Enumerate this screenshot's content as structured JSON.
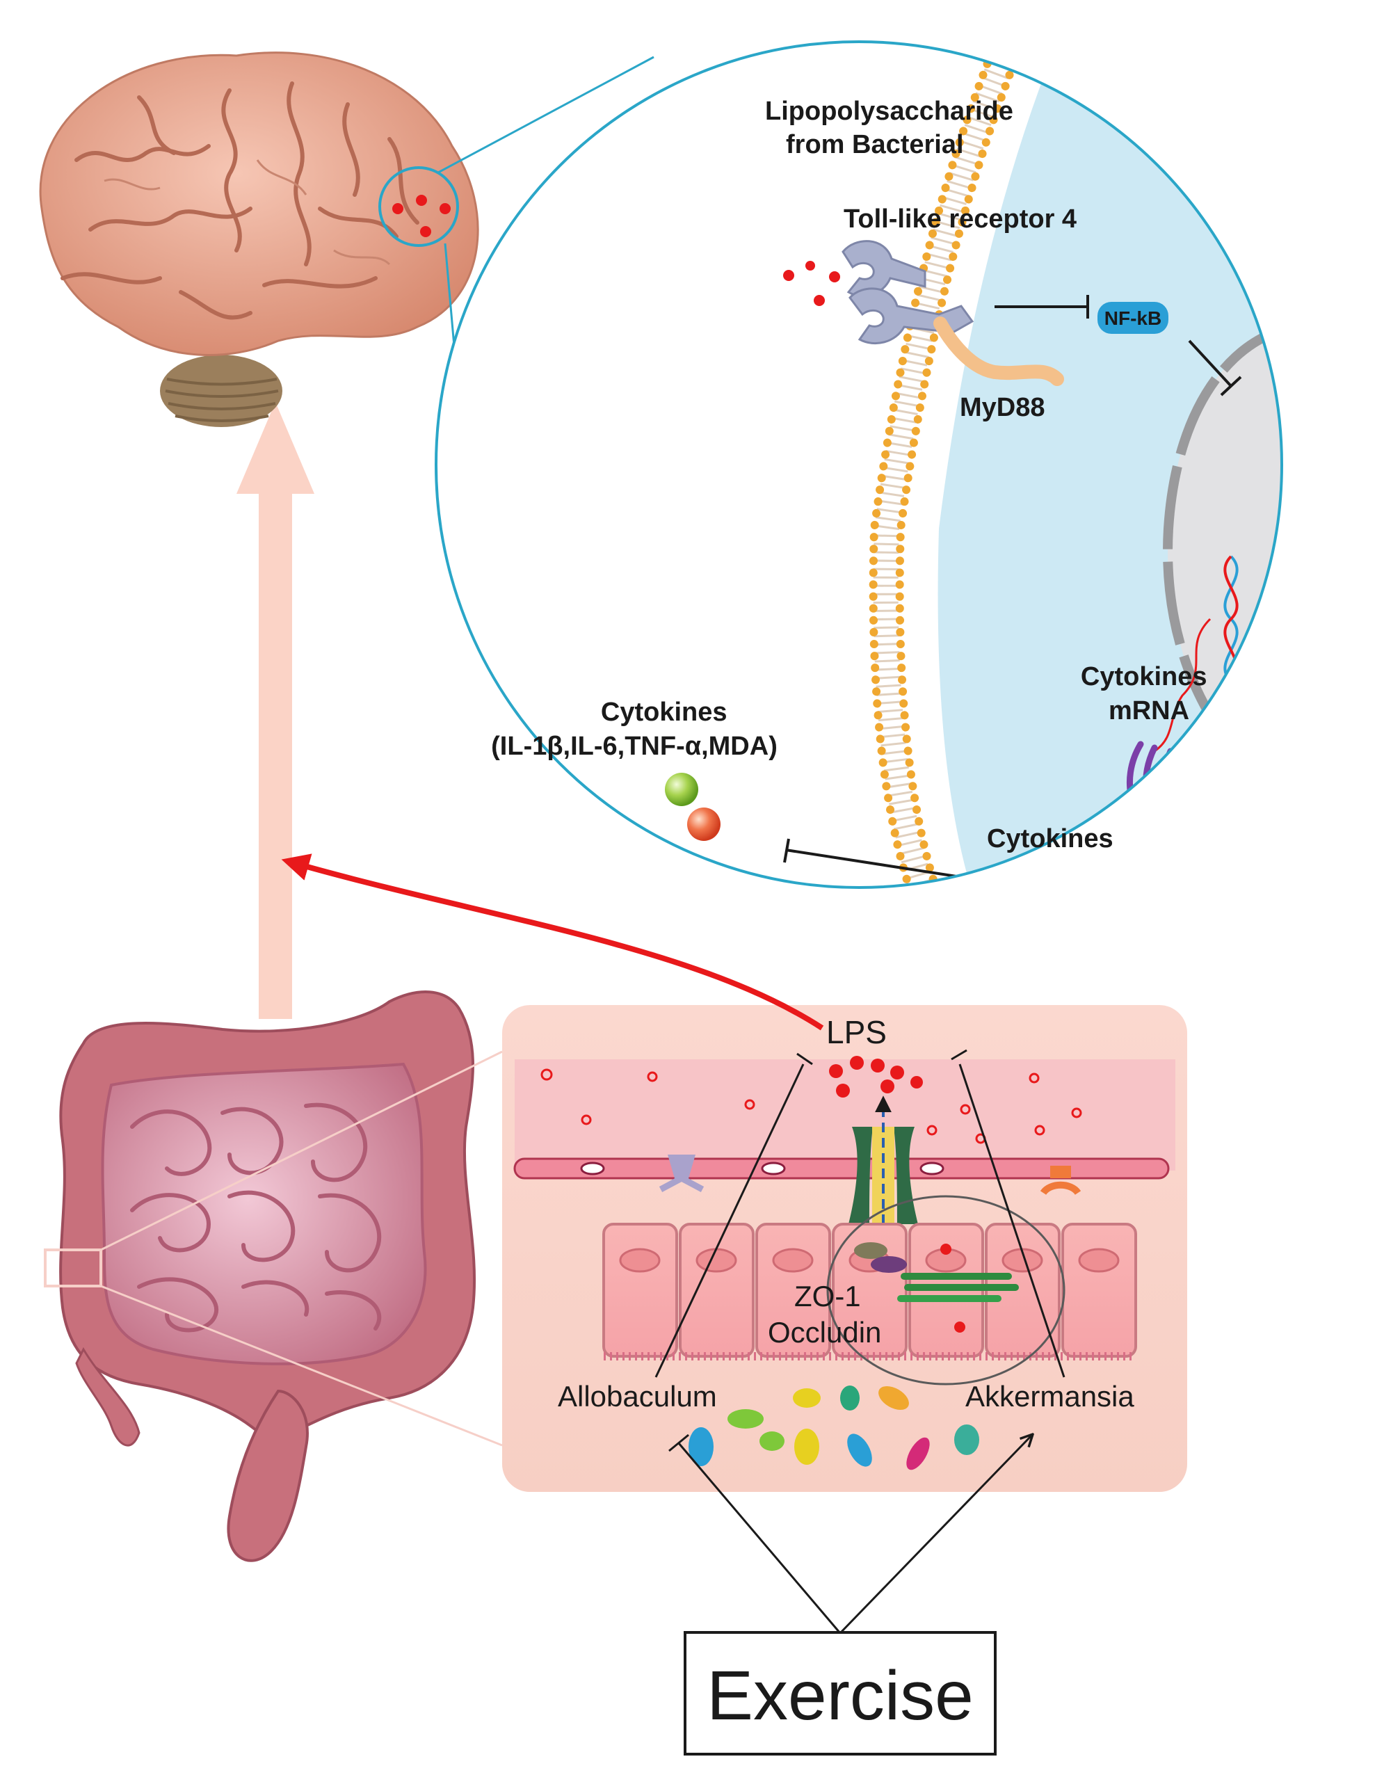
{
  "labels": {
    "lps_source": "Lipopolysaccharide\nfrom Bacterial",
    "tlr4": "Toll-like receptor 4",
    "nfkb": "NF-kB",
    "myd88": "MyD88",
    "cytokines_mrna": "Cytokines\nmRNA",
    "cytokines_list": "Cytokines\n(IL-1β,IL-6,TNF-α,MDA)",
    "cytokines": "Cytokines",
    "lps": "LPS",
    "zo1": "ZO-1",
    "occludin": "Occludin",
    "allobaculum": "Allobaculum",
    "akkermansia": "Akkermansia",
    "exercise": "Exercise"
  },
  "colors": {
    "circle_border": "#2aa6c8",
    "cytoplasm": "#cde9f4",
    "membrane_head": "#f0a830",
    "red_arrow": "#e8191b",
    "growth_arrow": "#fbd3c6",
    "gut_panel": "#f6cfc8",
    "nfkb_badge": "#2a9fd6",
    "brain": "#e2a08c",
    "intestine": "#c8707c"
  }
}
